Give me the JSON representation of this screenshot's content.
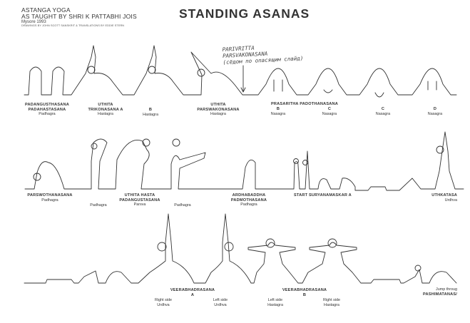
{
  "header": {
    "line1": "ASTANGA YOGA",
    "line2": "AS TAUGHT BY SHRI K PATTABHI JOIS",
    "line3": "Mysore 1993",
    "line4": "DRAWINGS BY JOHN SCOTT  SANSKRIT & TRANSLATIONS BY EDDIE STERN"
  },
  "title": "STANDING ASANAS",
  "handwritten_note": {
    "line1": "PARIVRITTA",
    "line2": "PARSVAKONASANA",
    "line3": "(сёдом по опасящим слайд)"
  },
  "rows": [
    {
      "labels": [
        {
          "name": "PADANGUSTHASANA",
          "name2": "PADAHASTASANA",
          "drishti": "Padhagra"
        },
        {
          "name": "UTHITA",
          "name2": "TRIKONASANA A",
          "drishti": "Hastagra"
        },
        {
          "name": "B",
          "name2": "",
          "drishti": "Hastagra"
        },
        {
          "name": "UTHITA",
          "name2": "PARSWAKONASANA",
          "drishti": "Hastagra"
        },
        {
          "name": "PRASARITHA  PADOTHANASANA",
          "name2": "",
          "drishti": ""
        },
        {
          "name": "B",
          "name2": "",
          "drishti": "Nasagra"
        },
        {
          "name": "C",
          "name2": "",
          "drishti": "Nasagra"
        },
        {
          "name": "C",
          "name2": "",
          "drishti": "Nasagra"
        },
        {
          "name": "D",
          "name2": "",
          "drishti": "Nasagra"
        }
      ]
    },
    {
      "labels": [
        {
          "name": "PARSWOTHANASANA",
          "name2": "",
          "drishti": "Padhagra"
        },
        {
          "name": "",
          "name2": "",
          "drishti": "Padhagra"
        },
        {
          "name": "UTHITA HASTA",
          "name2": "PADANGUSTASANA",
          "drishti": "Parsva"
        },
        {
          "name": "",
          "name2": "",
          "drishti": "Padhagra"
        },
        {
          "name": "ARDHABADDHA",
          "name2": "PADMOTHASANA",
          "drishti": "Padhagra"
        },
        {
          "name": "START SURYANAMASKAR A",
          "name2": "",
          "drishti": ""
        },
        {
          "name": "UTHKATASA",
          "name2": "",
          "drishti": "Urdhva"
        }
      ]
    },
    {
      "labels": [
        {
          "name": "VEERABHADRASANA",
          "name2": "A",
          "drishti": ""
        },
        {
          "name": "",
          "name2": "Right side",
          "drishti": "Urdhva"
        },
        {
          "name": "",
          "name2": "Left side",
          "drishti": "Urdhva"
        },
        {
          "name": "VEERABHADRASANA",
          "name2": "B",
          "drishti": ""
        },
        {
          "name": "",
          "name2": "Left side",
          "drishti": "Hastagra"
        },
        {
          "name": "",
          "name2": "Right side",
          "drishti": "Hastagra"
        },
        {
          "name": "Jump throug",
          "name2": "PASHIMATANAS/",
          "drishti": ""
        }
      ]
    }
  ],
  "colors": {
    "ink": "#2b2b2b",
    "paper": "#ffffff"
  }
}
